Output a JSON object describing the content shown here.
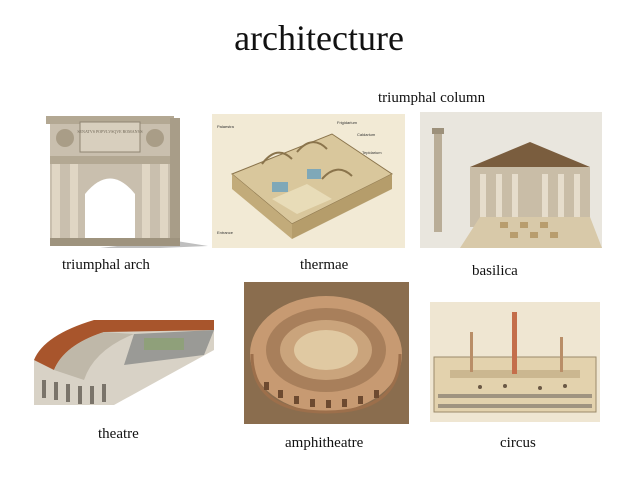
{
  "slide": {
    "title": "architecture",
    "images": [
      {
        "id": "arch",
        "label": "triumphal arch",
        "inscription": "SENATVS POPVLVSQVE ROMANVS"
      },
      {
        "id": "thermae",
        "label": "thermae",
        "plan_labels": [
          "Frigidarium",
          "Caldarium",
          "Tepidarium",
          "Palaestra",
          "Entrance"
        ]
      },
      {
        "id": "basilica",
        "label": "basilica",
        "extra_label": "triumphal column"
      },
      {
        "id": "theatre",
        "label": "theatre"
      },
      {
        "id": "amphitheatre",
        "label": "amphitheatre"
      },
      {
        "id": "circus",
        "label": "circus"
      }
    ]
  }
}
